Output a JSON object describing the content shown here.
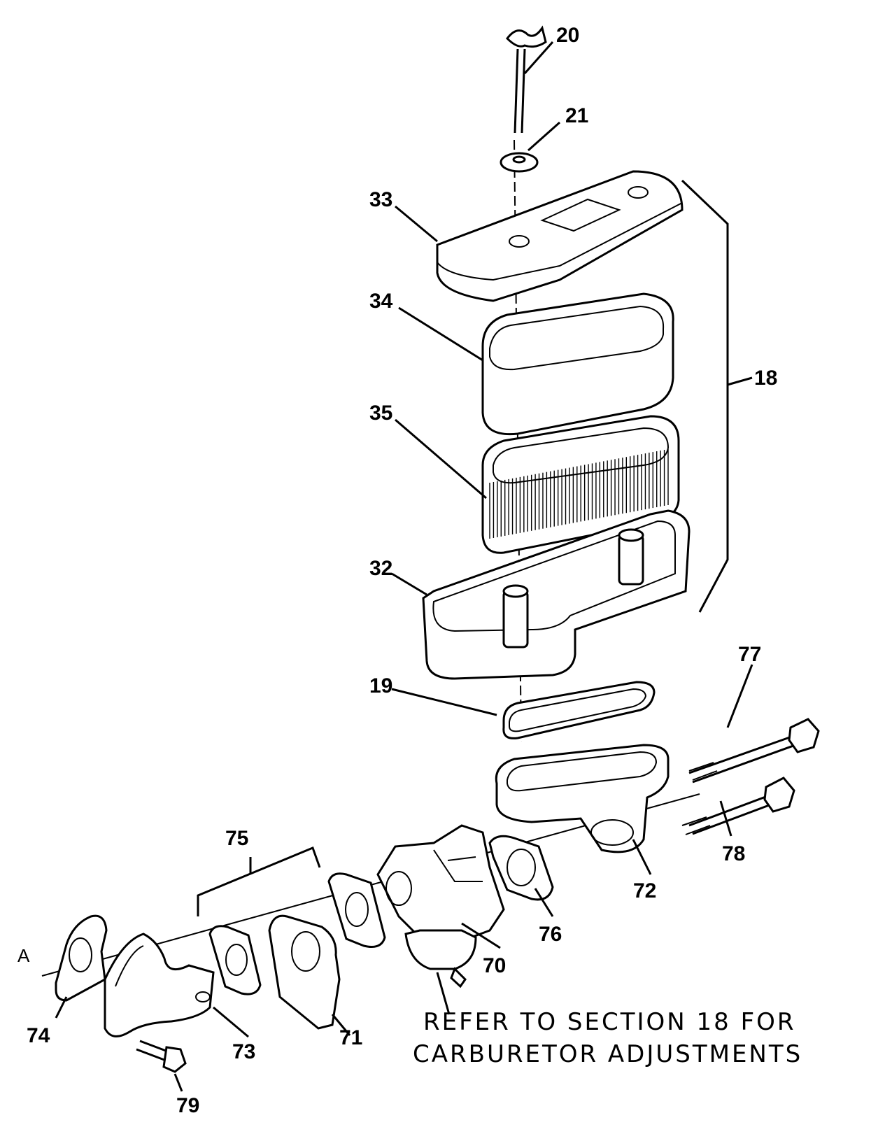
{
  "callouts": [
    {
      "id": "c20",
      "text": "20"
    },
    {
      "id": "c21",
      "text": "21"
    },
    {
      "id": "c33",
      "text": "33"
    },
    {
      "id": "c34",
      "text": "34"
    },
    {
      "id": "c18",
      "text": "18"
    },
    {
      "id": "c35",
      "text": "35"
    },
    {
      "id": "c32",
      "text": "32"
    },
    {
      "id": "c77",
      "text": "77"
    },
    {
      "id": "c19",
      "text": "19"
    },
    {
      "id": "c78",
      "text": "78"
    },
    {
      "id": "c72",
      "text": "72"
    },
    {
      "id": "c75",
      "text": "75"
    },
    {
      "id": "c76",
      "text": "76"
    },
    {
      "id": "c70",
      "text": "70"
    },
    {
      "id": "cA",
      "text": "A"
    },
    {
      "id": "c74",
      "text": "74"
    },
    {
      "id": "c73",
      "text": "73"
    },
    {
      "id": "c71",
      "text": "71"
    },
    {
      "id": "c79",
      "text": "79"
    }
  ],
  "note": {
    "line1": "REFER TO SECTION 18 FOR",
    "line2": "CARBURETOR ADJUSTMENTS"
  },
  "colors": {
    "ink": "#000000",
    "paper": "#ffffff"
  }
}
